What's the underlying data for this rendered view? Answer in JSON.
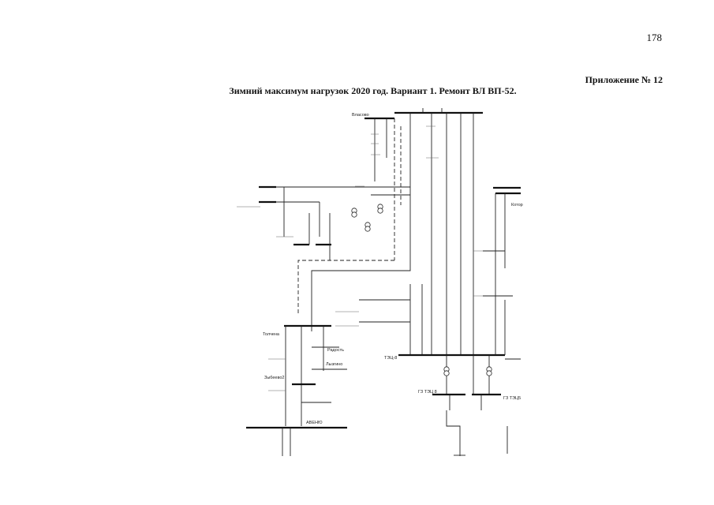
{
  "page": {
    "number": "178",
    "appendix": "Приложение № 12",
    "title": "Зимний максимум нагрузок 2020 год. Вариант 1. Ремонт ВЛ ВП-52."
  },
  "labels": {
    "vlasovo": "Власово",
    "tec": "ТЭЦ-8",
    "gs1": "ГЗ ТЭЦ 8",
    "gs2": "ГЗ ТЭЦ5",
    "tolchena": "Толчена",
    "radost": "Радость",
    "lyzgino": "Лызгино",
    "kotor": "Котор",
    "zybeevo": "Зыбеево2",
    "avenue": "АВЕНЮ"
  }
}
